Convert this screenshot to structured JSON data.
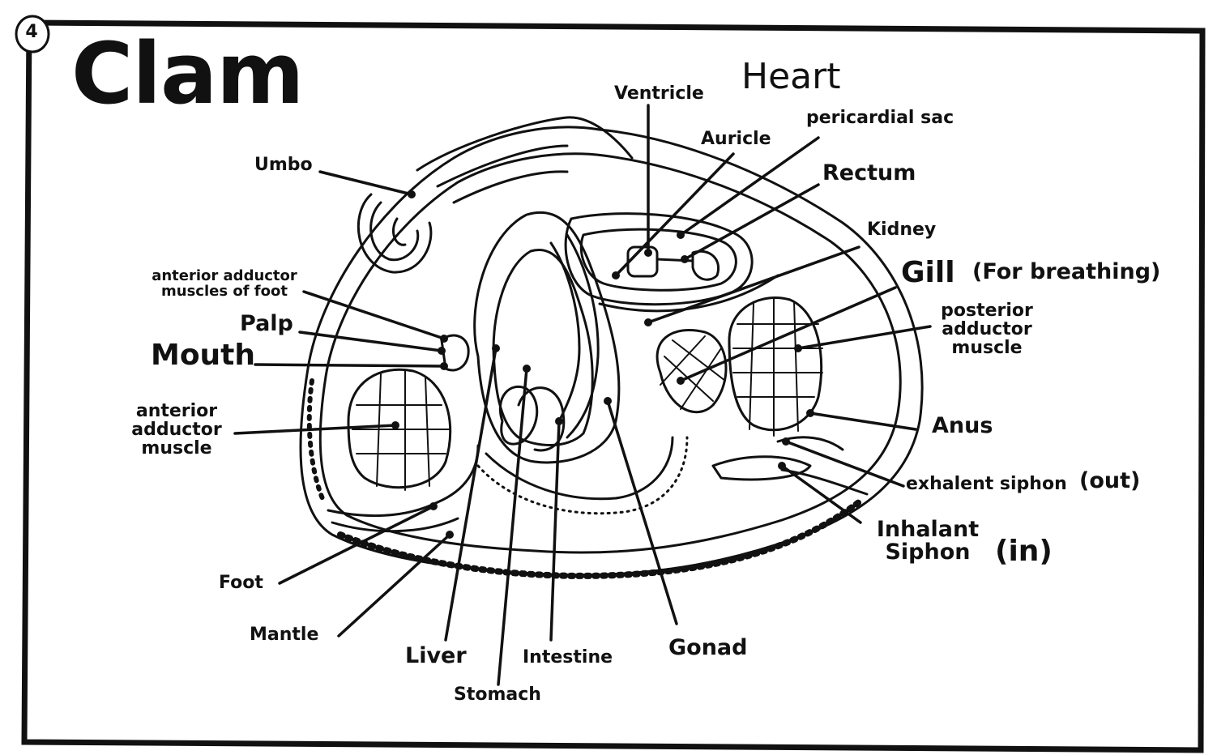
{
  "page_number": "4",
  "title": "Clam",
  "labels": {
    "heart": "Heart",
    "ventricle": "Ventricle",
    "auricle": "Auricle",
    "pericardial_sac": "pericardial sac",
    "rectum": "Rectum",
    "kidney": "Kidney",
    "gill": "Gill",
    "gill_note": "(For breathing)",
    "posterior_adductor": "posterior adductor muscle",
    "anus": "Anus",
    "exhalent_siphon": "exhalent siphon",
    "exhalent_note": "(out)",
    "inhalant_siphon": "Inhalant Siphon",
    "inhalant_note": "(in)",
    "gonad": "Gonad",
    "intestine": "Intestine",
    "stomach": "Stomach",
    "liver": "Liver",
    "mantle": "Mantle",
    "foot": "Foot",
    "anterior_adductor": "anterior adductor muscle",
    "mouth": "Mouth",
    "palp": "Palp",
    "anterior_adductor_foot": "anterior adductor muscles of foot",
    "umbo": "Umbo"
  }
}
